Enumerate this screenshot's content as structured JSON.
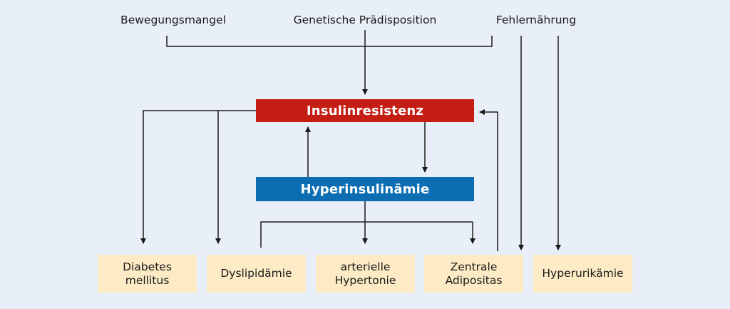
{
  "causes": {
    "bewegungsmangel": "Bewegungsmangel",
    "genetik": "Genetische Prädisposition",
    "fehlernaehrung": "Fehlernährung"
  },
  "center": {
    "insulinresistenz": "Insulinresistenz",
    "hyperinsulinaemie": "Hyperinsulinämie"
  },
  "outcomes": {
    "diabetes": "Diabetes\nmellitus",
    "dyslipidaemie": "Dyslipidämie",
    "hypertonie": "arterielle\nHypertonie",
    "adipositas": "Zentrale\nAdipositas",
    "hyperurikaemie": "Hyperurikämie"
  },
  "colors": {
    "background": "#e8eff8",
    "insulinresistenz": "#c41e14",
    "hyperinsulinaemie": "#0d6db3",
    "outcome_box": "#fdebc5"
  }
}
